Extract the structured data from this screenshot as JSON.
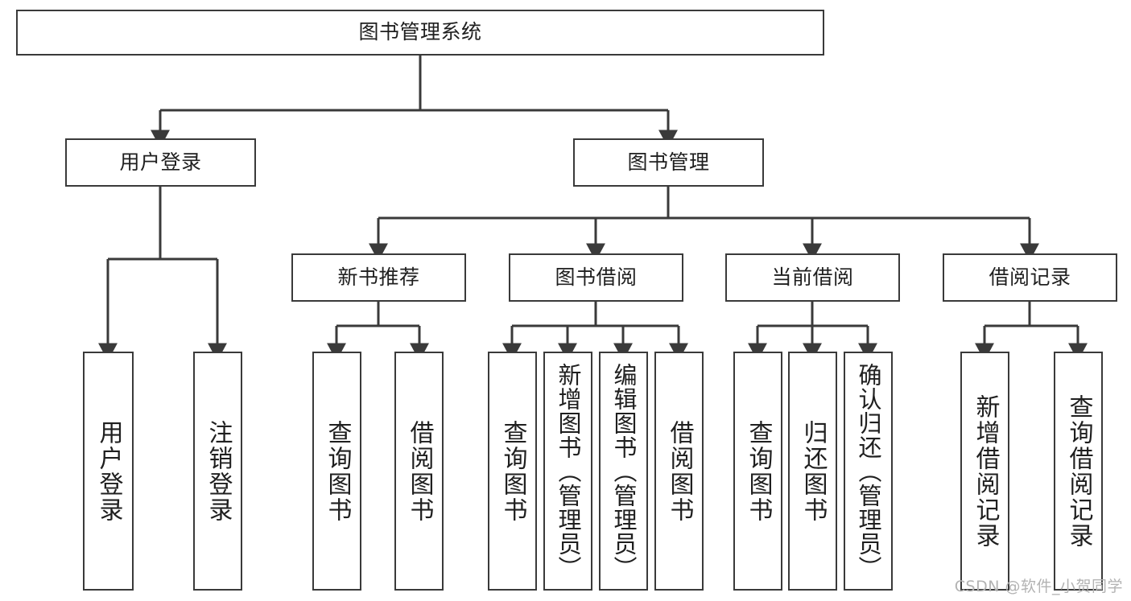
{
  "diagram": {
    "title": "图书管理系统",
    "watermark": "CSDN @软件_小贺同学",
    "colors": {
      "box_border": "#3a3a3a",
      "wire": "#3a3a3a",
      "background": "#ffffff",
      "text": "#1f1f1f",
      "watermark": "#b3b3b3"
    },
    "root": {
      "label": "图书管理系统"
    },
    "level2": [
      {
        "label": "用户登录"
      },
      {
        "label": "图书管理"
      }
    ],
    "level3": [
      {
        "label": "新书推荐"
      },
      {
        "label": "图书借阅"
      },
      {
        "label": "当前借阅"
      },
      {
        "label": "借阅记录"
      }
    ],
    "leaves": {
      "user_login": [
        {
          "label": "用户登录"
        },
        {
          "label": "注销登录"
        }
      ],
      "new_book_recommend": [
        {
          "label": "查询图书"
        },
        {
          "label": "借阅图书"
        }
      ],
      "book_borrow": [
        {
          "label": "查询图书"
        },
        {
          "label": "新增图书（管理员）"
        },
        {
          "label": "编辑图书（管理员）"
        },
        {
          "label": "借阅图书"
        }
      ],
      "current_borrow": [
        {
          "label": "查询图书"
        },
        {
          "label": "归还图书"
        },
        {
          "label": "确认归还（管理员）"
        }
      ],
      "borrow_record": [
        {
          "label": "新增借阅记录"
        },
        {
          "label": "查询借阅记录"
        }
      ]
    }
  }
}
